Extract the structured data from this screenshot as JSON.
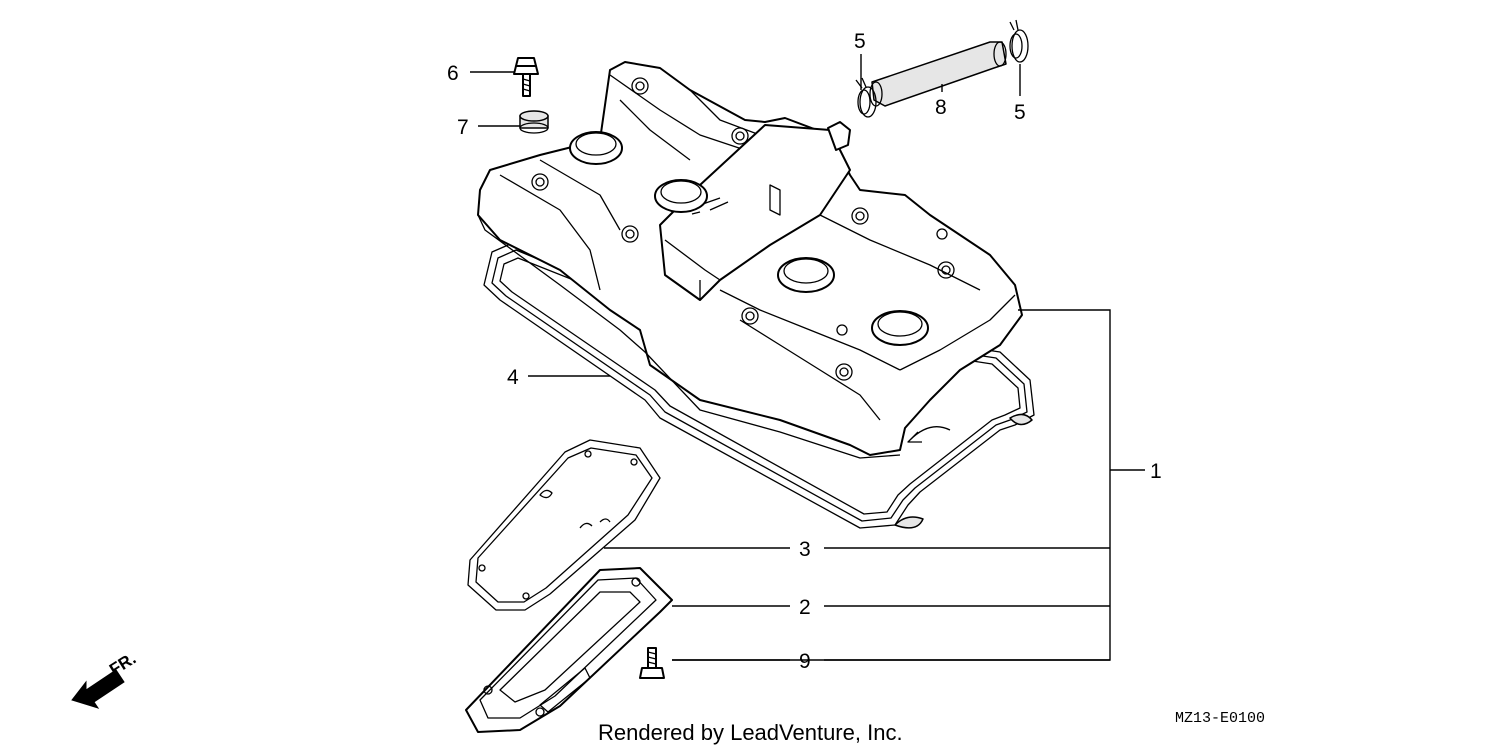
{
  "diagram": {
    "callouts": {
      "c1": "1",
      "c2": "2",
      "c3": "3",
      "c4": "4",
      "c5a": "5",
      "c5b": "5",
      "c6": "6",
      "c7": "7",
      "c8": "8",
      "c9": "9"
    },
    "direction_label": "FR.",
    "diagram_code": "MZ13-E0100",
    "credit": "Rendered by LeadVenture, Inc."
  },
  "colors": {
    "line": "#000000",
    "background": "#ffffff"
  }
}
